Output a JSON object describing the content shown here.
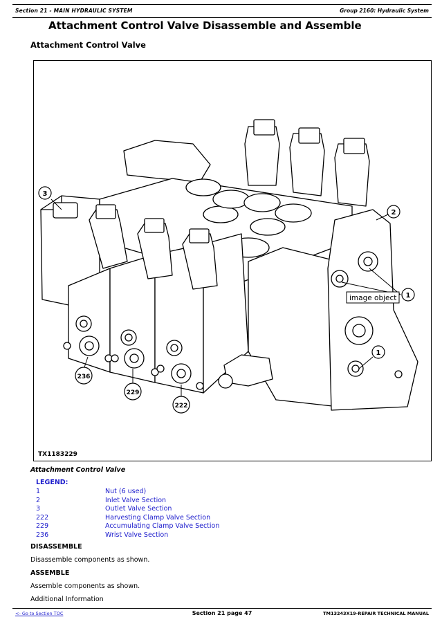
{
  "header": {
    "left": "Section 21 - MAIN HYDRAULIC SYSTEM",
    "right": "Group 2160: Hydraulic System"
  },
  "title": "Attachment Control Valve Disassemble and Assemble",
  "subtitle": "Attachment Control Valve",
  "figure": {
    "id": "TX1183229",
    "tooltip": "image object",
    "callouts": [
      "3",
      "2",
      "1",
      "1",
      "236",
      "229",
      "222"
    ]
  },
  "caption": "Attachment Control Valve",
  "legend": {
    "title": "LEGEND:",
    "items": [
      {
        "num": "1",
        "desc": "Nut (6 used)"
      },
      {
        "num": "2",
        "desc": "Inlet Valve Section"
      },
      {
        "num": "3",
        "desc": "Outlet Valve Section"
      },
      {
        "num": "222",
        "desc": "Harvesting Clamp Valve Section"
      },
      {
        "num": "229",
        "desc": "Accumulating Clamp Valve Section"
      },
      {
        "num": "236",
        "desc": "Wrist Valve Section"
      }
    ]
  },
  "disassemble": {
    "heading": "DISASSEMBLE",
    "text": "Disassemble components as shown."
  },
  "assemble": {
    "heading": "ASSEMBLE",
    "text": "Assemble components as shown."
  },
  "additional": "Additional Information",
  "footer": {
    "left": "<- Go to Section TOC",
    "center": "Section 21 page 47",
    "right": "TM13243X19-REPAIR TECHNICAL MANUAL"
  }
}
